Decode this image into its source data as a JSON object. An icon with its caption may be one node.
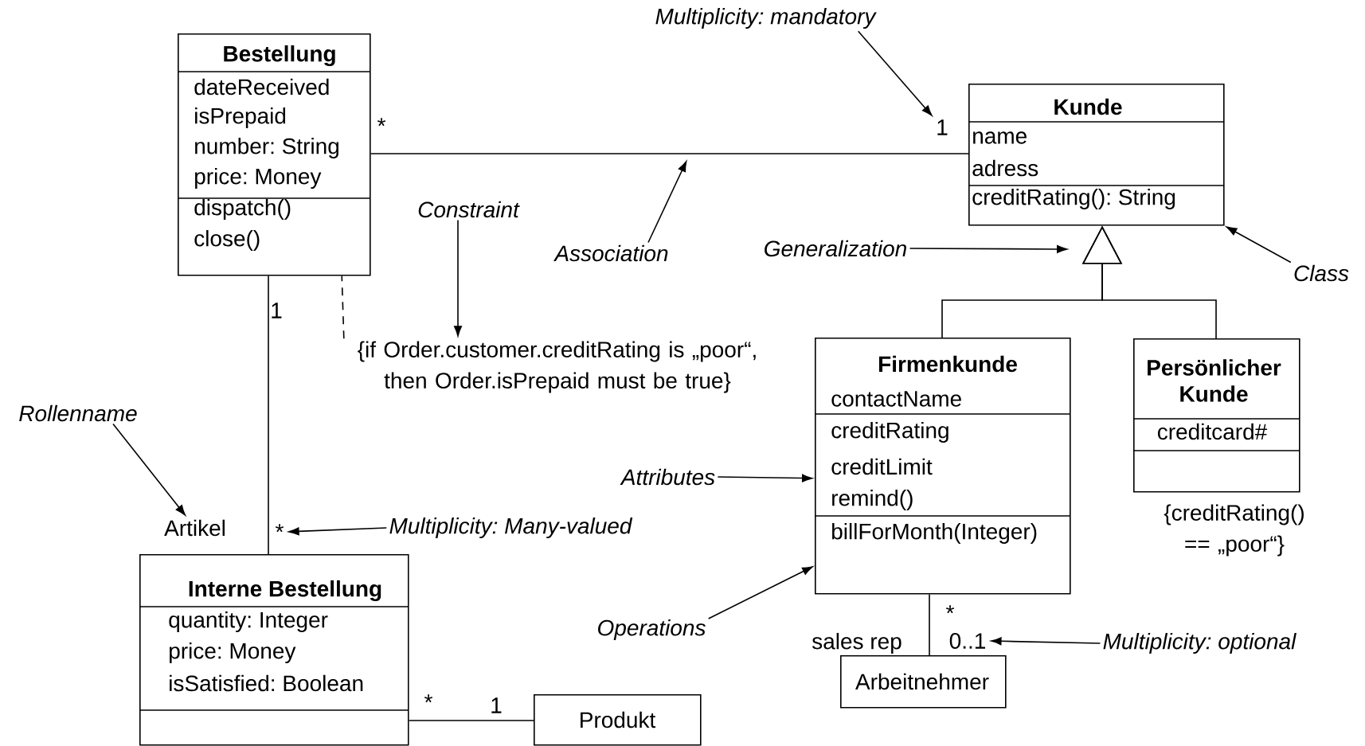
{
  "diagram": {
    "nodes": [
      {
        "text": [
          "Bestellung",
          "dateReceived",
          "isPrepaid",
          "number: String",
          "price: Money",
          "dispatch()",
          "close()"
        ]
      },
      {
        "text": [
          "Kunde",
          "name",
          "adress",
          "creditRating(): String"
        ]
      },
      {
        "text": [
          "Firmenkunde",
          "contactName",
          "creditRating",
          "creditLimit",
          "remind()",
          "billForMonth(Integer)"
        ]
      },
      {
        "text": [
          "Persönlicher Kunde",
          "creditcard#"
        ],
        "beside": [
          "{creditRating() == „poor“}"
        ]
      },
      {
        "text": [
          "Interne Bestellung",
          "quantity: Integer",
          "price: Money",
          "isSatisfied: Boolean"
        ]
      },
      {
        "text": [
          "Produkt"
        ]
      },
      {
        "text": [
          "Arbeitnehmer"
        ]
      },
      {
        "text": [
          "{if Order.customer.creditRating is „poor“, then Order.isPrepaid must be true}"
        ]
      },
      {
        "text": [
          "Multiplicity: mandatory"
        ]
      },
      {
        "text": [
          "1"
        ]
      },
      {
        "text": [
          "Association"
        ]
      },
      {
        "text": [
          "Constraint"
        ]
      },
      {
        "text": [
          "Generalization"
        ]
      },
      {
        "text": [
          "Class"
        ]
      },
      {
        "text": [
          "Rollenname"
        ]
      },
      {
        "text": [
          "Artikel"
        ]
      },
      {
        "text": [
          "Multiplicity: Many-valued"
        ]
      },
      {
        "text": [
          "*"
        ]
      },
      {
        "text": [
          "Attributes"
        ]
      },
      {
        "text": [
          "Operations"
        ]
      },
      {
        "text": [
          "Multiplicity: optional"
        ]
      },
      {
        "text": [
          "0..1"
        ]
      }
    ],
    "edges": [
      {
        "from": 0,
        "to": 1,
        "arrow": "none"
      },
      {
        "from": 0,
        "to": 4,
        "arrow": "none"
      },
      {
        "from": 4,
        "to": 5,
        "arrow": "none"
      },
      {
        "from": 2,
        "to": 1,
        "arrow": "to"
      },
      {
        "from": 3,
        "to": 1,
        "arrow": "to"
      },
      {
        "from": 2,
        "to": 6,
        "arrow": "none"
      },
      {
        "from": 7,
        "to": 0,
        "arrow": "none",
        "style": "dashed"
      },
      {
        "from": 8,
        "to": 9,
        "arrow": "to"
      },
      {
        "from": 10,
        "to": null,
        "arrow": "to"
      },
      {
        "from": 11,
        "to": 7,
        "arrow": "to"
      },
      {
        "from": 12,
        "to": null,
        "arrow": "to"
      },
      {
        "from": 13,
        "to": 1,
        "arrow": "to"
      },
      {
        "from": 14,
        "to": 15,
        "arrow": "to"
      },
      {
        "from": 16,
        "to": 17,
        "arrow": "to"
      },
      {
        "from": 18,
        "to": 2,
        "arrow": "to"
      },
      {
        "from": 19,
        "to": 2,
        "arrow": "to"
      },
      {
        "from": 20,
        "to": 21,
        "arrow": "to"
      }
    ],
    "labels": [
      "*",
      "1",
      "*",
      "sales rep",
      "*",
      "1"
    ]
  }
}
